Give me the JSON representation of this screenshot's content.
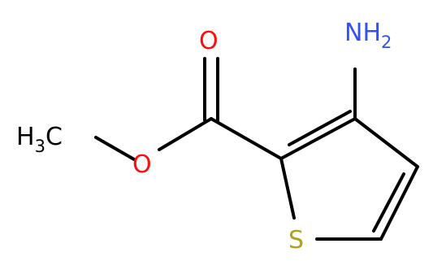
{
  "atoms": {
    "oxygen_carbonyl": {
      "element": "O",
      "color": "#ff0d0d"
    },
    "oxygen_ester": {
      "element": "O",
      "color": "#ff0d0d"
    },
    "methyl": {
      "element": "H",
      "subscript": "3",
      "suffix": "C",
      "color": "#000000"
    },
    "amino": {
      "element": "NH",
      "subscript": "2",
      "color": "#3050f8"
    },
    "sulfur": {
      "element": "S",
      "color": "#b2a120"
    }
  },
  "bond_color": "#000000"
}
